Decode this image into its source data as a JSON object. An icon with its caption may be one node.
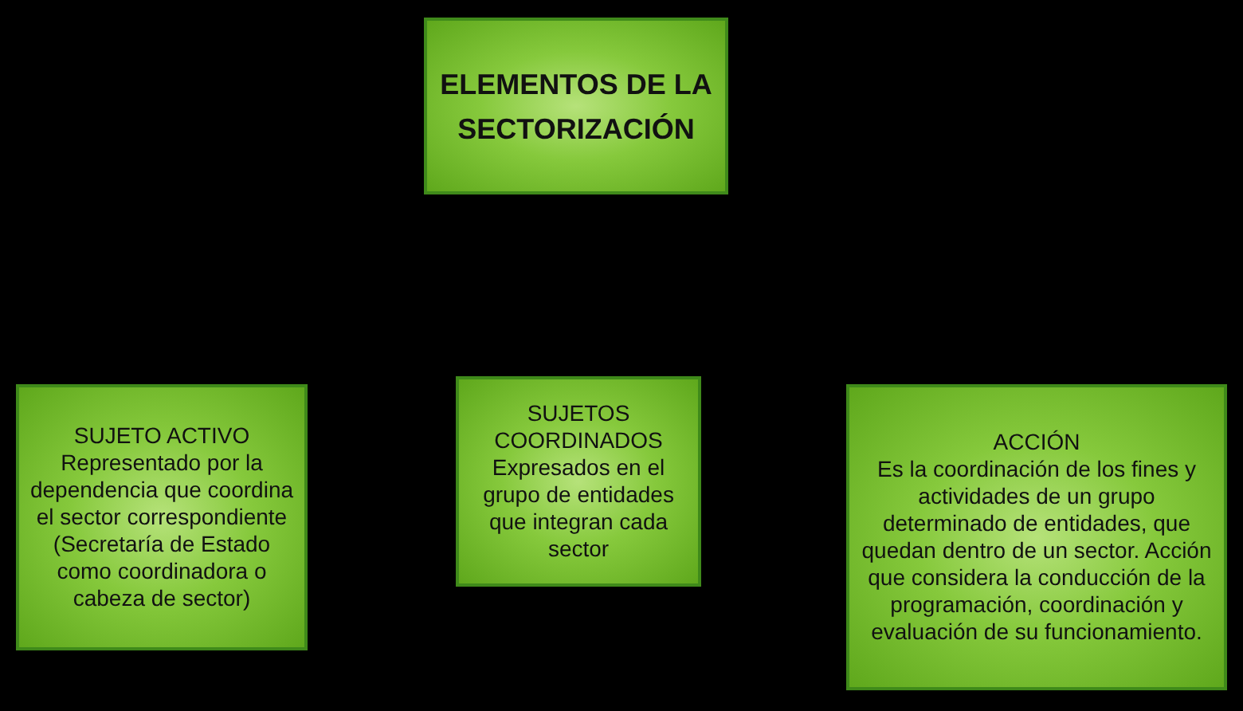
{
  "diagram": {
    "nodes": [
      {
        "text": [
          "ELEMENTOS DE LA SECTORIZACIÓN"
        ]
      },
      {
        "text": [
          "SUJETO ACTIVO",
          "Representado por la dependencia que coordina el sector correspondiente (Secretaría de Estado como coordinadora o cabeza de sector)"
        ]
      },
      {
        "text": [
          "SUJETOS COORDINADOS",
          "Expresados en el grupo de entidades que integran cada sector"
        ]
      },
      {
        "text": [
          "ACCIÓN",
          "Es la coordinación de los fines y actividades de un grupo determinado de entidades, que quedan dentro de un sector. Acción que considera la conducción de la programación, coordinación y evaluación de su funcionamiento."
        ]
      }
    ]
  }
}
